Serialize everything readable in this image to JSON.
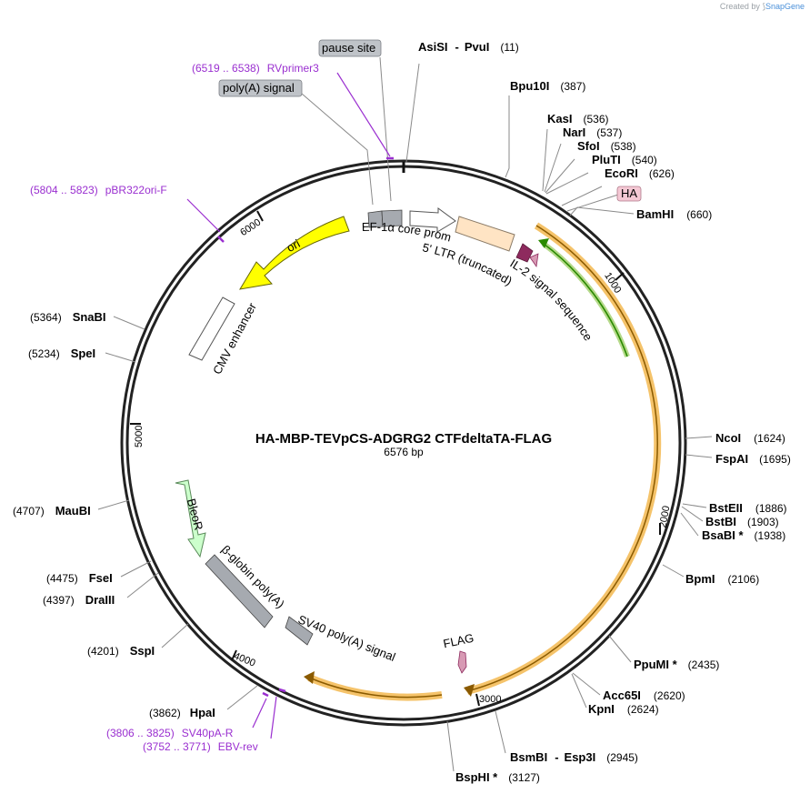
{
  "credit": {
    "prefix": "Created by",
    "brand": "SnapGene"
  },
  "plasmid": {
    "name": "HA-MBP-TEVpCS-ADGRG2 CTFdeltaTA-FLAG",
    "length_label": "6576 bp",
    "length": 6576
  },
  "ticks": [
    "1000",
    "2000",
    "3000",
    "4000",
    "5000",
    "6000"
  ],
  "sites": [
    {
      "name": "AsiSI",
      "name2": "PvuI",
      "pos": "(11)"
    },
    {
      "name": "Bpu10I",
      "pos": "(387)"
    },
    {
      "name": "KasI",
      "pos": "(536)"
    },
    {
      "name": "NarI",
      "pos": "(537)"
    },
    {
      "name": "SfoI",
      "pos": "(538)"
    },
    {
      "name": "PluTI",
      "pos": "(540)"
    },
    {
      "name": "EcoRI",
      "pos": "(626)"
    },
    {
      "name": "BamHI",
      "pos": "(660)"
    },
    {
      "name": "NcoI",
      "pos": "(1624)"
    },
    {
      "name": "FspAI",
      "pos": "(1695)"
    },
    {
      "name": "BstEII",
      "pos": "(1886)"
    },
    {
      "name": "BstBI",
      "pos": "(1903)"
    },
    {
      "name": "BsaBI *",
      "pos": "(1938)"
    },
    {
      "name": "BpmI",
      "pos": "(2106)"
    },
    {
      "name": "PpuMI *",
      "pos": "(2435)"
    },
    {
      "name": "Acc65I",
      "pos": "(2620)"
    },
    {
      "name": "KpnI",
      "pos": "(2624)"
    },
    {
      "name": "BsmBI",
      "name2": "Esp3I",
      "pos": "(2945)"
    },
    {
      "name": "BspHI *",
      "pos": "(3127)"
    },
    {
      "name": "HpaI",
      "pos": "(3862)"
    },
    {
      "name": "SspI",
      "pos": "(4201)"
    },
    {
      "name": "DraIII",
      "pos": "(4397)"
    },
    {
      "name": "FseI",
      "pos": "(4475)"
    },
    {
      "name": "MauBI",
      "pos": "(4707)"
    },
    {
      "name": "SpeI",
      "pos": "(5234)"
    },
    {
      "name": "SnaBI",
      "pos": "(5364)"
    }
  ],
  "primers": [
    {
      "range": "(6519 .. 6538)",
      "name": "RVprimer3"
    },
    {
      "range": "(5804 .. 5823)",
      "name": "pBR322ori-F"
    },
    {
      "range": "(3806 .. 3825)",
      "name": "SV40pA-R"
    },
    {
      "range": "(3752 .. 3771)",
      "name": "EBV-rev"
    }
  ],
  "boxed_labels": {
    "pause_site": "pause site",
    "polya_signal": "poly(A) signal",
    "ha": "HA"
  },
  "features": {
    "ef1a": "EF-1α core promoter",
    "ltr": "5' LTR (truncated)",
    "il2": "IL-2 signal sequence",
    "ori": "ori",
    "cmv": "CMV enhancer",
    "bleor": "BleoR",
    "bglobin": "β-globin poly(A)",
    "sv40": "SV40 poly(A) signal",
    "flag": "FLAG"
  },
  "colors": {
    "backbone": "#222222",
    "ori": "#ffff00",
    "bleor": "#ccffcc",
    "ltr": "#ffe4c4",
    "orf": "#f5c36a",
    "orf_line": "#8a5a00",
    "il2_green": "#2a8a00",
    "primer": "#9a2fd0",
    "ha": "#f4c8d4",
    "grey_feature": "#a6aab0",
    "il2_arrow": "#8e2a5e",
    "flag": "#d79ab4"
  }
}
